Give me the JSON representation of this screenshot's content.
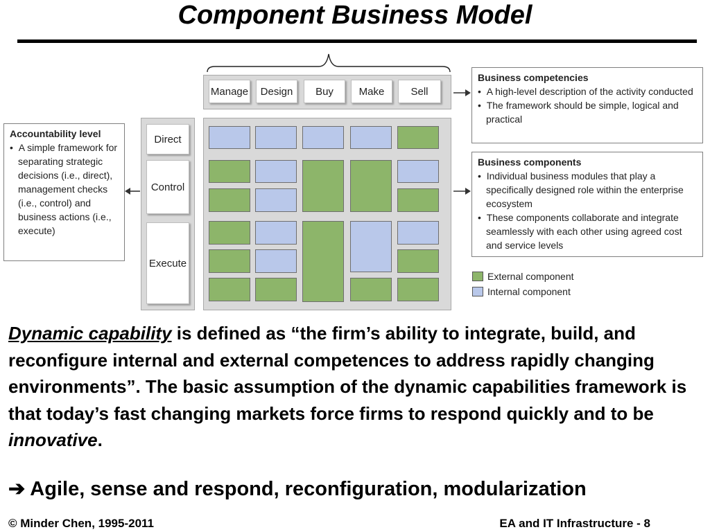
{
  "slide": {
    "title": "Component Business Model",
    "footer_left": "© Minder Chen, 1995-2011",
    "footer_right": "EA and IT Infrastructure - 8"
  },
  "competencies": [
    "Manage",
    "Design",
    "Buy",
    "Make",
    "Sell"
  ],
  "accountability_levels": [
    "Direct",
    "Control",
    "Execute"
  ],
  "grid": {
    "rows": [
      [
        "internal",
        "internal",
        "internal",
        "internal",
        "external"
      ],
      [
        "external",
        "internal",
        "external",
        "external",
        "internal"
      ],
      [
        "external",
        "internal",
        "external",
        "external",
        "external"
      ],
      [
        "external",
        "internal",
        "external",
        "internal",
        "internal"
      ],
      [
        "external",
        "internal",
        "external",
        "internal",
        "external"
      ],
      [
        "external",
        "external",
        "external",
        "external",
        "external"
      ]
    ]
  },
  "notes": {
    "accountability": {
      "heading": "Accountability level",
      "bullets": [
        "A simple framework for separating strategic decisions (i.e., direct), management checks (i.e., control) and business actions (i.e., execute)"
      ]
    },
    "competencies": {
      "heading": "Business competencies",
      "bullets": [
        "A high-level description of the activity conducted",
        "The framework should be simple, logical and practical"
      ]
    },
    "components": {
      "heading": "Business components",
      "bullets": [
        "Individual business modules that play a specifically designed role within the enterprise ecosystem",
        "These components collaborate and integrate seamlessly with each other using agreed cost and service levels"
      ]
    }
  },
  "legend": {
    "external": "External component",
    "internal": "Internal component"
  },
  "colors": {
    "external": "#8db56a",
    "internal": "#b9c8ea",
    "panel": "#d9d9d9"
  },
  "body": {
    "term": "Dynamic capability",
    "text1": " is defined as “the firm’s ability to integrate, build, and reconfigure internal and external competences to address rapidly changing environments”. The basic assumption of the dynamic capabilities framework is that today’s fast changing markets force firms to respond quickly and to be ",
    "emph": "innovative",
    "text2": ".",
    "arrow": "➔",
    "conclusion": "Agile, sense and respond, reconfiguration, modularization"
  }
}
